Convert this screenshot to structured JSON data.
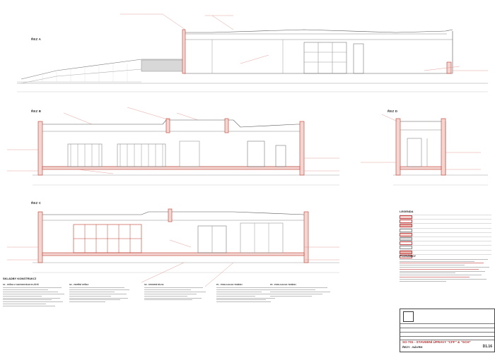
{
  "sections": {
    "r_a": "ŘEZ A",
    "r_b": "ŘEZ B",
    "r_d": "ŘEZ D",
    "r_c": "ŘEZ C"
  },
  "legend": {
    "title": "LEGENDA"
  },
  "notes": {
    "title": "POZNÁMKY"
  },
  "composition": {
    "title": "SKLADBY KONSTRUKCÍ",
    "columns": [
      {
        "head": "S1 - STĚNA Z OBVODOVÉHO PLÁŠTĚ"
      },
      {
        "head": "S2 - VNITŘNÍ STĚNA"
      },
      {
        "head": "S3 - STROPNÍ DÍLCE"
      },
      {
        "head": "P1 - PODLAHA NA TERÉNU"
      },
      {
        "head": "P2 - PODLAHA NA TERÉNU"
      }
    ]
  },
  "title_block": {
    "title": "SO 701 - STAVEBNÍ ÚPRAVY \"CFF\" & \"SCH\"",
    "subtitle": "ŘEZY - NÁVRH",
    "number": "D1.16"
  },
  "colors": {
    "accent": "#c0392b",
    "line": "#555555"
  }
}
